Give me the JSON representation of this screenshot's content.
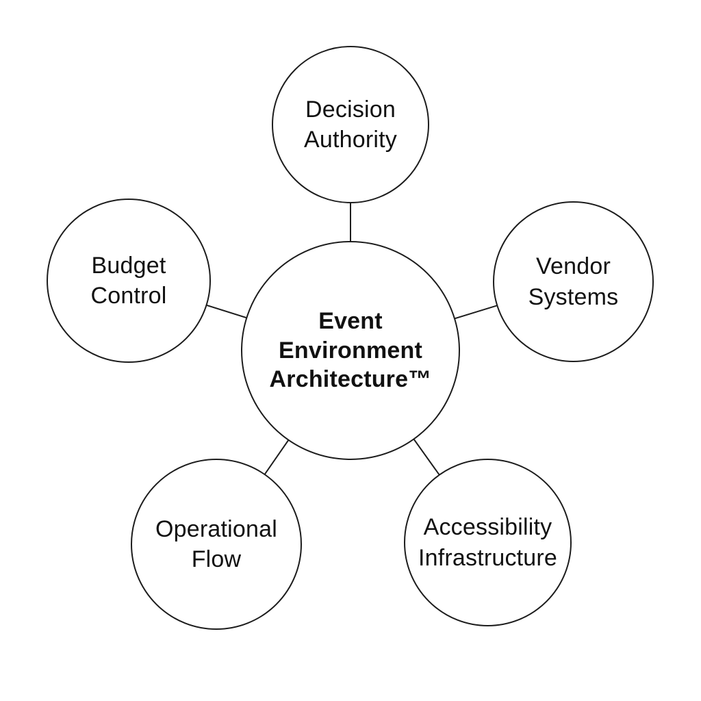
{
  "diagram": {
    "title": "Event Environment Architecture hub diagram",
    "colors": {
      "background": "#ffffff",
      "circle_fill": "#ffffff",
      "stroke": "#1c1c1c",
      "text": "#111111"
    },
    "center": {
      "label": "Event Environment Architecture™",
      "lines": [
        "Event",
        "Environment",
        "Architecture™"
      ]
    },
    "nodes": [
      {
        "id": "decision-authority",
        "label": "Decision Authority",
        "position": "top"
      },
      {
        "id": "vendor-systems",
        "label": "Vendor Systems",
        "position": "right"
      },
      {
        "id": "budget-control",
        "label": "Budget Control",
        "position": "left"
      },
      {
        "id": "operational-flow",
        "label": "Operational Flow",
        "position": "bottom-left"
      },
      {
        "id": "accessibility-infrastructure",
        "label": "Accessibility Infrastructure",
        "position": "bottom-right"
      }
    ],
    "connections": [
      {
        "from": "center",
        "to": "decision-authority"
      },
      {
        "from": "center",
        "to": "vendor-systems"
      },
      {
        "from": "center",
        "to": "budget-control"
      },
      {
        "from": "center",
        "to": "operational-flow"
      },
      {
        "from": "center",
        "to": "accessibility-infrastructure"
      }
    ]
  }
}
